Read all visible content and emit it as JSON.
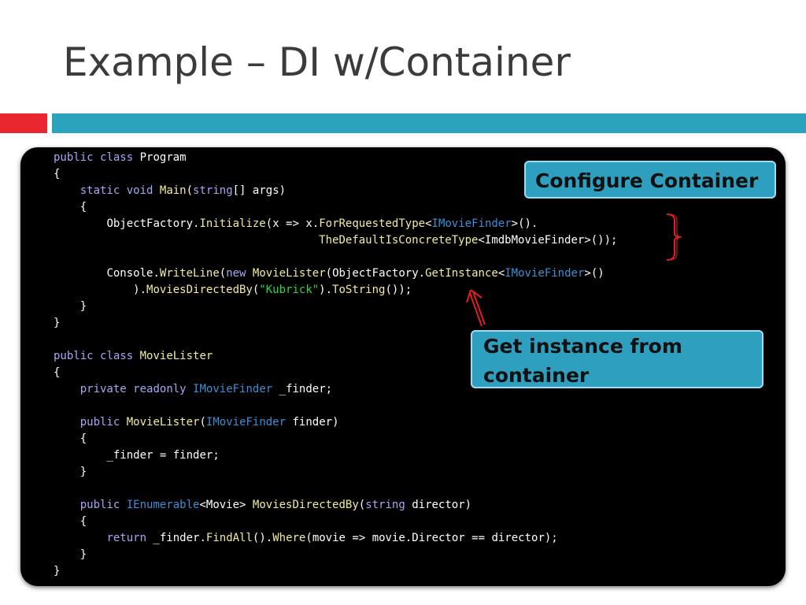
{
  "slide": {
    "title": "Example – DI w/Container"
  },
  "colors": {
    "title_text": "#3b3b3b",
    "accent_red": "#e8282e",
    "accent_teal": "#2aa3bd",
    "code_background": "#000000",
    "callout_fill": "#2f9fc0",
    "annotation_red": "#e02020"
  },
  "code": {
    "lines": [
      "public class Program",
      "{",
      "    static void Main(string[] args)",
      "    {",
      "        ObjectFactory.Initialize(x => x.ForRequestedType<IMovieFinder>().",
      "                                        TheDefaultIsConcreteType<ImdbMovieFinder>());",
      "",
      "        Console.WriteLine(new MovieLister(ObjectFactory.GetInstance<IMovieFinder>()",
      "            ).MoviesDirectedBy(\"Kubrick\").ToString());",
      "    }",
      "}",
      "",
      "public class MovieLister",
      "{",
      "    private readonly IMovieFinder _finder;",
      "",
      "    public MovieLister(IMovieFinder finder)",
      "    {",
      "        _finder = finder;",
      "    }",
      "",
      "    public IEnumerable<Movie> MoviesDirectedBy(string director)",
      "    {",
      "        return _finder.FindAll().Where(movie => movie.Director == director);",
      "    }",
      "}"
    ]
  },
  "callouts": {
    "configure": "Configure Container",
    "instance_line1": "Get instance from",
    "instance_line2": "container"
  },
  "icons": {
    "brace": "right-brace-annotation",
    "arrow": "up-arrow-annotation"
  }
}
